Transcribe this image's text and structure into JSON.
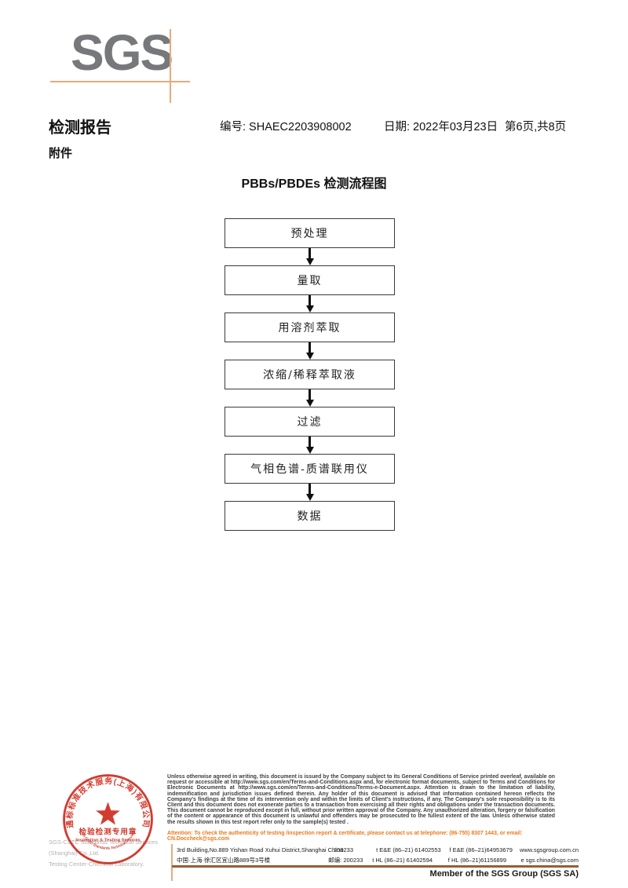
{
  "header": {
    "logo_text": "SGS",
    "report_title": "检测报告",
    "report_no": "编号: SHAEC2203908002",
    "report_date": "日期: 2022年03月23日",
    "page_info": "第6页,共8页",
    "attachment_label": "附件"
  },
  "flowchart": {
    "title": "PBBs/PBDEs 检测流程图",
    "steps": [
      "预处理",
      "量取",
      "用溶剂萃取",
      "浓缩/稀释萃取液",
      "过滤",
      "气相色谱-质谱联用仪",
      "数据"
    ]
  },
  "stamp": {
    "ring_text": "通标标准技术服务(上海)有限公司",
    "inner_arc_text": "SGS-CSTC Standards Technical Services",
    "center_label": "检验检测专用章",
    "center_sublabel": "Inspection & Testing Services",
    "color": "#cf2e21"
  },
  "footer": {
    "company_line1": "SGS-CSTC Standards Technical Services (Shanghai) Co.,Ltd.",
    "company_line2": "Testing Center-Chemical Laboratory.",
    "legal_text": "Unless otherwise agreed in writing, this document is issued by the Company subject to its General Conditions of Service printed overleaf, available on request or accessible at http://www.sgs.com/en/Terms-and-Conditions.aspx and, for electronic format documents, subject to Terms and Conditions for Electronic Documents at http://www.sgs.com/en/Terms-and-Conditions/Terms-e-Document.aspx. Attention is drawn to the limitation of liability, indemnification and jurisdiction issues defined therein. Any holder of this document is advised that information contained hereon reflects the Company's findings at the time of its intervention only and within the limits of Client's instructions, if any. The Company's sole responsibility is to its Client and this document does not exonerate parties to a transaction from exercising all their rights and obligations under the transaction documents. This document cannot be reproduced except in full, without prior written approval of the Company. Any unauthorized alteration, forgery or falsification of the content or appearance of this document is unlawful and offenders may be prosecuted to the fullest extent of the law. Unless otherwise stated the results shown in this test report refer only to the sample(s) tested .",
    "attention_text": "Attention: To check the authenticity of testing /inspection report & certificate, please contact us at telephone: (86-755) 8307 1443, or email: CN.Doccheck@sgs.com",
    "address_en": "3rd Building,No.889 Yishan Road Xuhui District,Shanghai China",
    "postcode_en": "200233",
    "tel_en": "t E&E (86–21) 61402553",
    "fax_en": "f E&E (86–21)64953679",
    "website": "www.sgsgroup.com.cn",
    "address_cn": "中国·上海·徐汇区宜山路889号3号楼",
    "postcode_cn": "邮编: 200233",
    "tel_cn": "t HL (86–21) 61402594",
    "fax_cn": "f HL (86–21)61156899",
    "email": "e  sgs.china@sgs.com",
    "member_text": "Member of the SGS Group (SGS SA)"
  },
  "colors": {
    "logo_gray": "#77787b",
    "accent_orange": "#e9aa7c",
    "attention_orange": "#e87a1e",
    "stamp_red": "#cf2e21",
    "footer_rule_brown": "#9b5c36"
  }
}
